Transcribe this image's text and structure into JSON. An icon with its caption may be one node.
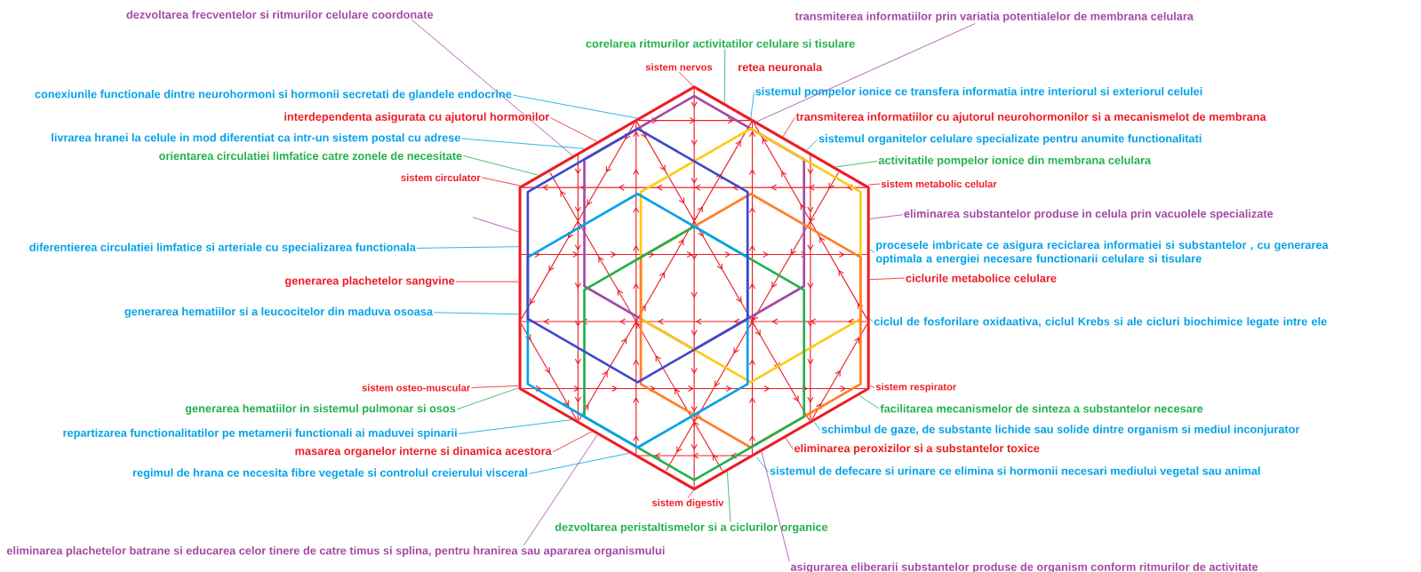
{
  "diagram": {
    "nodes": [
      {
        "text": [
          "dezvoltarea frecventelor si ritmurilor celulare coordonate"
        ]
      },
      {
        "text": [
          "transmiterea informatiilor prin variatia potentialelor de membrana celulara"
        ]
      },
      {
        "text": [
          "corelarea ritmurilor activitatilor celulare si tisulare"
        ]
      },
      {
        "text": [
          "sistem nervos"
        ]
      },
      {
        "text": [
          "conexiunile functionale dintre neurohormoni si hormonii secretati de glandele endocrine"
        ]
      },
      {
        "text": [
          "sistemul pompelor ionice ce transfera informatia intre interiorul si exteriorul celulei"
        ]
      },
      {
        "text": [
          "interdependenta asigurata cu ajutorul hormonilor"
        ]
      },
      {
        "text": [
          "transmiterea informatiilor cu ajutorul neurohormonilor si a mecanismelot de membrana"
        ]
      },
      {
        "text": [
          "livrarea hranei la celule in mod diferentiat ca intr-un sistem postal cu adrese"
        ]
      },
      {
        "text": [
          "sistemul organitelor celulare specializate pentru anumite functionalitati"
        ]
      },
      {
        "text": [
          "orientarea circulatiei limfatice catre zonele de necesitate"
        ]
      },
      {
        "text": [
          "activitatile pompelor ionice din membrana celulara"
        ]
      },
      {
        "text": [
          "sistem circulator"
        ]
      },
      {
        "text": [
          "sistem metabolic celular"
        ]
      },
      {
        "text": [
          "eliminarea substantelor produse in celula prin vacuolele specializate"
        ]
      },
      {
        "text": [
          "diferentierea circulatiei limfatice si arteriale cu specializarea functionala"
        ]
      },
      {
        "text": [
          "procesele imbricate ce asigura reciclarea informatiei si substantelor , cu generarea optimala a energiei necesare functionarii celulare si tisulare"
        ]
      },
      {
        "text": [
          "ciclurile metabolice celulare"
        ]
      },
      {
        "text": [
          "generarea plachetelor sangvine"
        ]
      },
      {
        "text": [
          "generarea hematiilor si a leucocitelor din maduva osoasa"
        ]
      },
      {
        "text": [
          "ciclul de fosforilare oxidaativa, ciclul Krebs si ale cicluri biochimice legate intre ele"
        ]
      },
      {
        "text": [
          "sistem osteo-muscular"
        ]
      },
      {
        "text": [
          "sistem respirator"
        ]
      },
      {
        "text": [
          "generarea hematiilor in sistemul pulmonar si osos"
        ]
      },
      {
        "text": [
          "facilitarea mecanismelor de sinteza a substantelor necesare"
        ]
      },
      {
        "text": [
          "repartizarea functionalitatilor pe metamerii functionali ai maduvei spinarii"
        ]
      },
      {
        "text": [
          "schimbul de gaze, de substante lichide sau solide dintre organism si mediul inconjurator"
        ]
      },
      {
        "text": [
          "masarea organelor interne si dinamica acestora"
        ]
      },
      {
        "text": [
          "eliminarea peroxizilor si a substantelor toxice"
        ]
      },
      {
        "text": [
          "regimul de hrana ce necesita fibre vegetale si controlul creierului visceral"
        ]
      },
      {
        "text": [
          "sistemul de defecare si urinare ce elimina si hormonii necesari mediului vegetal sau animal"
        ]
      },
      {
        "text": [
          "sistem digestiv"
        ]
      },
      {
        "text": [
          "dezvoltarea peristaltismelor si a ciclurilor organice"
        ]
      },
      {
        "text": [
          "eliminarea plachetelor batrane si educarea celor tinere de catre timus si splina, pentru hranirea sau apararea organismului"
        ]
      },
      {
        "text": [
          "asigurarea eliberarii substantelor produse de organism conform ritmurilor de activitate"
        ]
      },
      {
        "text": [],
        "shape": "picture"
      }
    ],
    "edges": [
      {
        "from": 0,
        "to": 35,
        "arrow": "none",
        "color": "#a349a4"
      },
      {
        "from": 1,
        "to": 35,
        "arrow": "none",
        "color": "#a349a4"
      },
      {
        "from": 2,
        "to": 35,
        "arrow": "none",
        "color": "#22b14c"
      },
      {
        "from": 3,
        "to": 35,
        "arrow": "none"
      },
      {
        "from": 4,
        "to": 35,
        "arrow": "none",
        "color": "#00a2e8"
      },
      {
        "from": 5,
        "to": 35,
        "arrow": "none",
        "color": "#00a2e8"
      },
      {
        "from": 6,
        "to": 35,
        "arrow": "none"
      },
      {
        "from": 7,
        "to": 35,
        "arrow": "none"
      },
      {
        "from": 8,
        "to": 35,
        "arrow": "none",
        "color": "#00a2e8"
      },
      {
        "from": 9,
        "to": 35,
        "arrow": "none",
        "color": "#00a2e8"
      },
      {
        "from": 10,
        "to": 35,
        "arrow": "none",
        "color": "#22b14c"
      },
      {
        "from": 11,
        "to": 35,
        "arrow": "none",
        "color": "#22b14c"
      },
      {
        "from": 12,
        "to": 35,
        "arrow": "none"
      },
      {
        "from": 13,
        "to": 35,
        "arrow": "none"
      },
      {
        "from": 14,
        "to": 35,
        "arrow": "none",
        "color": "#a349a4"
      },
      {
        "from": 15,
        "to": 35,
        "arrow": "none",
        "color": "#00a2e8"
      },
      {
        "from": 16,
        "to": 35,
        "arrow": "none",
        "color": "#00a2e8"
      },
      {
        "from": 17,
        "to": 35,
        "arrow": "none"
      },
      {
        "from": 18,
        "to": 35,
        "arrow": "none"
      },
      {
        "from": 19,
        "to": 35,
        "arrow": "none",
        "color": "#00a2e8"
      },
      {
        "from": 20,
        "to": 35,
        "arrow": "none",
        "color": "#00a2e8"
      },
      {
        "from": 21,
        "to": 35,
        "arrow": "none"
      },
      {
        "from": 22,
        "to": 35,
        "arrow": "none"
      },
      {
        "from": 23,
        "to": 35,
        "arrow": "none",
        "color": "#22b14c"
      },
      {
        "from": 24,
        "to": 35,
        "arrow": "none",
        "color": "#22b14c"
      },
      {
        "from": 25,
        "to": 35,
        "arrow": "none",
        "color": "#00a2e8"
      },
      {
        "from": 26,
        "to": 35,
        "arrow": "none",
        "color": "#00a2e8"
      },
      {
        "from": 27,
        "to": 35,
        "arrow": "none"
      },
      {
        "from": 28,
        "to": 35,
        "arrow": "none"
      },
      {
        "from": 29,
        "to": 35,
        "arrow": "none",
        "color": "#00a2e8"
      },
      {
        "from": 30,
        "to": 35,
        "arrow": "none",
        "color": "#00a2e8"
      },
      {
        "from": 31,
        "to": 35,
        "arrow": "none"
      },
      {
        "from": 32,
        "to": 35,
        "arrow": "none",
        "color": "#22b14c"
      },
      {
        "from": 33,
        "to": 35,
        "arrow": "none",
        "color": "#a349a4"
      },
      {
        "from": 34,
        "to": 35,
        "arrow": "none",
        "color": "#a349a4"
      },
      {
        "from": null,
        "to": 35,
        "arrow": "none",
        "color": "#a349a4"
      }
    ],
    "labels": [
      "retea neuronala"
    ]
  }
}
